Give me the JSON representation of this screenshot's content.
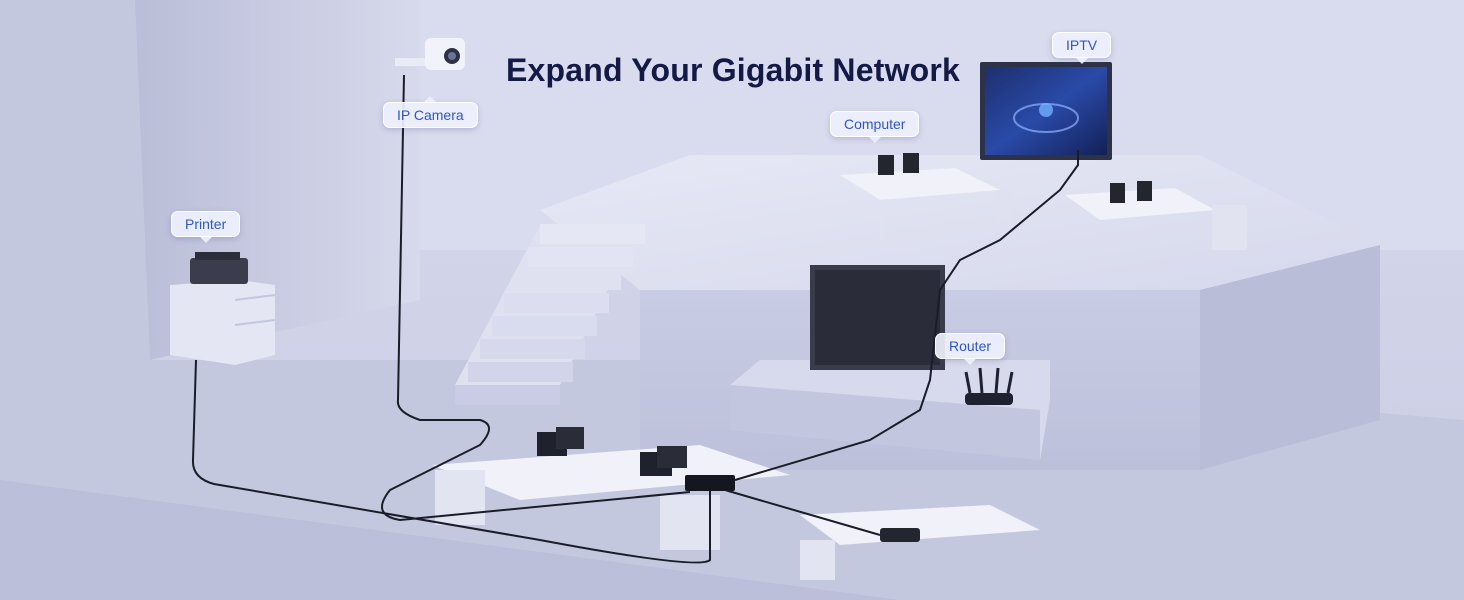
{
  "headline": "Expand Your Gigabit Network",
  "labels": {
    "ip_camera": "IP Camera",
    "iptv": "IPTV",
    "computer": "Computer",
    "printer": "Printer",
    "router": "Router"
  },
  "colors": {
    "headline": "#141a46",
    "label_text": "#2f56c8",
    "label_bg": "#eef1fc",
    "cable": "#1a1c28",
    "floor": "#c5c9e0"
  },
  "icons": [
    "ip-camera-icon",
    "tv-screen-icon",
    "computer-monitor-icon",
    "printer-icon",
    "router-icon",
    "network-switch-icon",
    "desk-phone-icon"
  ]
}
